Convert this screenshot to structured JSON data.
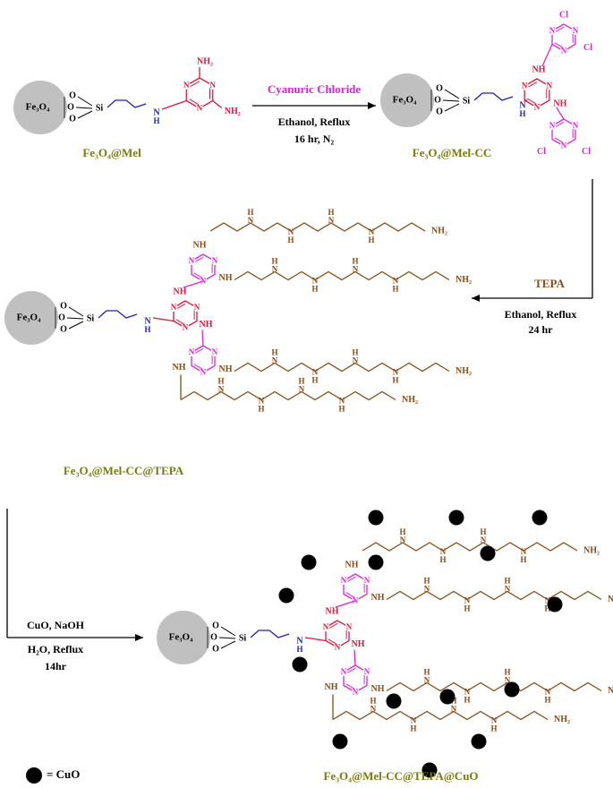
{
  "compounds": {
    "c1": "Fe₃O₄@Mel",
    "c2": "Fe₃O₄@Mel-CC",
    "c3": "Fe₃O₄@Mel-CC@TEPA",
    "c4": "Fe₃O₄@Mel-CC@TEPA@CuO"
  },
  "core": "Fe₃O₄",
  "atoms": {
    "Si": "Si",
    "O": "O",
    "N": "N",
    "H": "H",
    "NH": "NH",
    "NH2": "NH₂",
    "Cl": "Cl"
  },
  "steps": {
    "s1": {
      "reagent": "Cyanuric Chloride",
      "cond1": "Ethanol, Reflux",
      "cond2": "16 hr, N₂"
    },
    "s2": {
      "reagent": "TEPA",
      "cond1": "Ethanol, Reflux",
      "cond2": "24 hr"
    },
    "s3": {
      "reagent": "CuO, NaOH",
      "cond1": "H₂O, Reflux",
      "cond2": "14hr"
    }
  },
  "legend": "= CuO",
  "colors": {
    "core": "#c0c0c0",
    "linker": "#1f1fbf",
    "melamine": "#e0153a",
    "triazine": "#e020e0",
    "tepa": "#8a4a12",
    "label": "#7a7a0a",
    "black": "#000000"
  }
}
